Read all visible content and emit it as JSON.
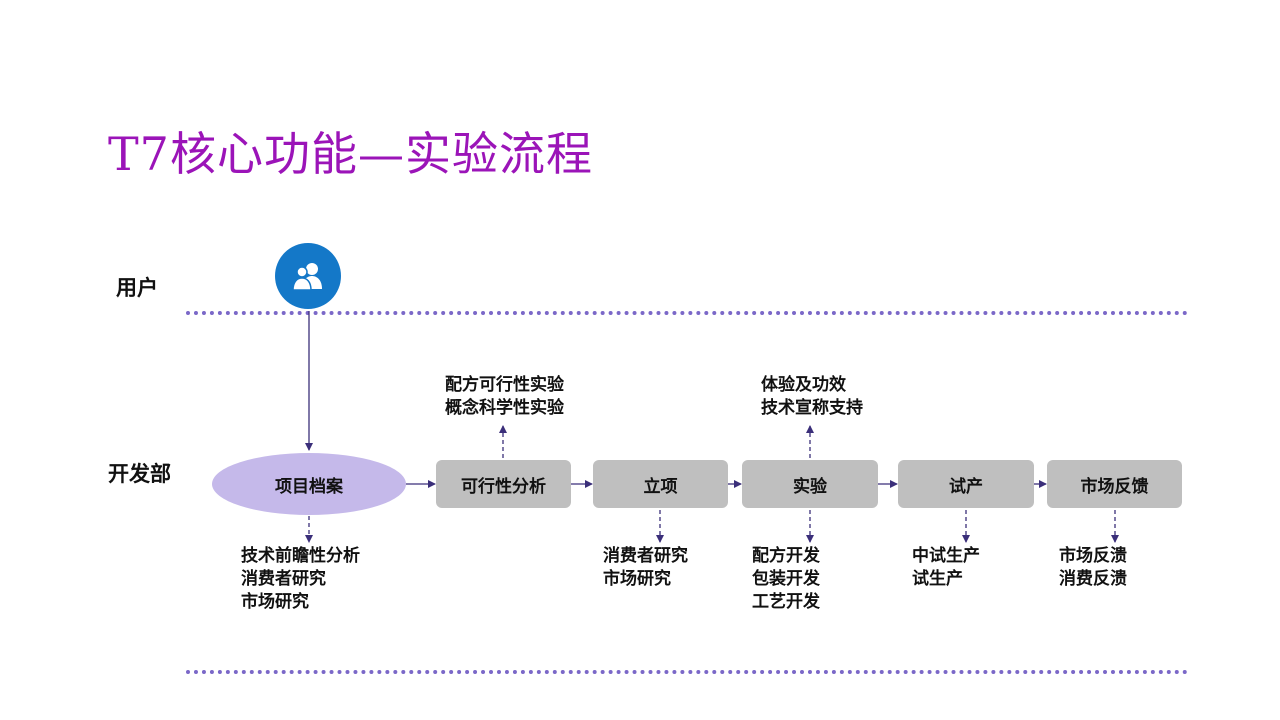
{
  "title": "T7核心功能—实验流程",
  "lanes": {
    "user": "用户",
    "dev": "开发部"
  },
  "icons": {
    "avatar": "users-icon"
  },
  "colors": {
    "title": "#9B14B8",
    "avatar": "#1478C8",
    "ellipse": "#C5B9EA",
    "box": "#BFBFBF",
    "dotline": "#7B68C8",
    "arrow": "#3B2F7A"
  },
  "flow": {
    "start": "项目档案",
    "steps": [
      "可行性分析",
      "立项",
      "实验",
      "试产",
      "市场反馈"
    ]
  },
  "notes": {
    "feasibility_top": [
      "配方可行性实验",
      "概念科学性实验"
    ],
    "experiment_top": [
      "体验及功效",
      "技术宣称支持"
    ],
    "archive_bottom": [
      "技术前瞻性分析",
      "消费者研究",
      "市场研究"
    ],
    "project_bottom": [
      "消费者研究",
      "市场研究"
    ],
    "experiment_bottom": [
      "配方开发",
      "包装开发",
      "工艺开发"
    ],
    "trial_bottom": [
      "中试生产",
      "试生产"
    ],
    "market_bottom": [
      "市场反溃",
      "消费反溃"
    ]
  }
}
